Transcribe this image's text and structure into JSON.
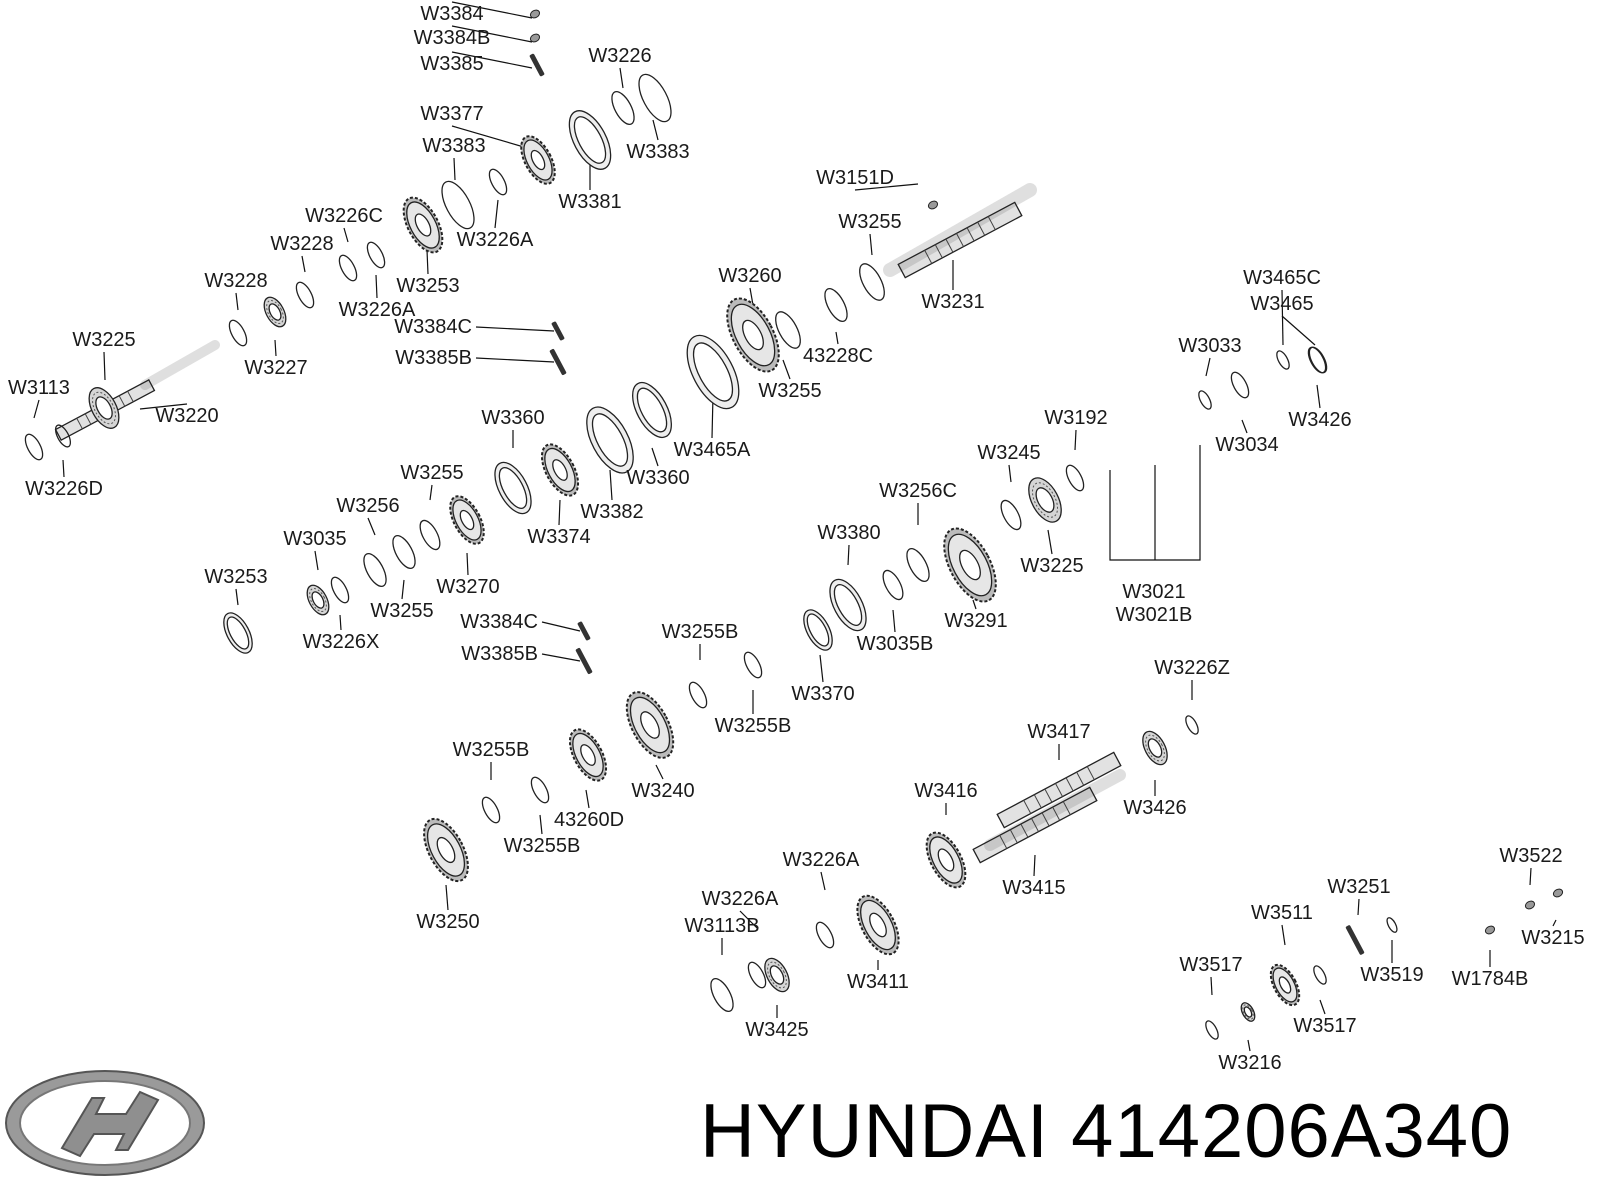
{
  "brand": {
    "name": "HYUNDAI",
    "part_number": "414206A340",
    "logo_icon": "hyundai-logo-icon"
  },
  "parts": [
    {
      "code": "W3384",
      "shape": "tiny"
    },
    {
      "code": "W3384B",
      "shape": "tiny"
    },
    {
      "code": "W3385",
      "shape": "pin"
    },
    {
      "code": "W3226",
      "shape": "ring"
    },
    {
      "code": "W3377",
      "shape": "gear"
    },
    {
      "code": "W3383",
      "shape": "ring"
    },
    {
      "code": "W3383",
      "shape": "ring"
    },
    {
      "code": "W3381",
      "shape": "ringthick"
    },
    {
      "code": "W3226A",
      "shape": "ring"
    },
    {
      "code": "W3151D",
      "shape": "tiny"
    },
    {
      "code": "W3226C",
      "shape": "ring"
    },
    {
      "code": "W3228",
      "shape": "ring"
    },
    {
      "code": "W3253",
      "shape": "gear"
    },
    {
      "code": "W3255",
      "shape": "ring"
    },
    {
      "code": "W3231",
      "shape": "shaft"
    },
    {
      "code": "W3228",
      "shape": "ring"
    },
    {
      "code": "W3226A",
      "shape": "ring"
    },
    {
      "code": "W3260",
      "shape": "gear"
    },
    {
      "code": "W3225",
      "shape": "shaft"
    },
    {
      "code": "W3227",
      "shape": "bearing"
    },
    {
      "code": "43228C",
      "shape": "ring"
    },
    {
      "code": "W3465C",
      "shape": "ring"
    },
    {
      "code": "W3465",
      "shape": "ring"
    },
    {
      "code": "W3384C",
      "shape": "pin"
    },
    {
      "code": "W3385B",
      "shape": "pin"
    },
    {
      "code": "W3255",
      "shape": "ring"
    },
    {
      "code": "W3113",
      "shape": "ring"
    },
    {
      "code": "W3220",
      "shape": "bearing"
    },
    {
      "code": "W3033",
      "shape": "ring"
    },
    {
      "code": "W3360",
      "shape": "ringthick"
    },
    {
      "code": "W3465A",
      "shape": "ringthick"
    },
    {
      "code": "W3034",
      "shape": "ring"
    },
    {
      "code": "W3426",
      "shape": "ring"
    },
    {
      "code": "W3226D",
      "shape": "ring"
    },
    {
      "code": "W3192",
      "shape": "ring"
    },
    {
      "code": "W3360",
      "shape": "ringthick"
    },
    {
      "code": "W3255",
      "shape": "ring"
    },
    {
      "code": "W3374",
      "shape": "gear"
    },
    {
      "code": "W3382",
      "shape": "ringthick"
    },
    {
      "code": "W3245",
      "shape": "ring"
    },
    {
      "code": "W3256",
      "shape": "ring"
    },
    {
      "code": "W3256C",
      "shape": "ring"
    },
    {
      "code": "W3035",
      "shape": "bearing"
    },
    {
      "code": "W3380",
      "shape": "ringthick"
    },
    {
      "code": "W3225",
      "shape": "bearing"
    },
    {
      "code": "W3270",
      "shape": "gear"
    },
    {
      "code": "W3021",
      "shape": "flange"
    },
    {
      "code": "W3021B",
      "shape": "flange"
    },
    {
      "code": "W3253",
      "shape": "ringthick"
    },
    {
      "code": "W3255",
      "shape": "ring"
    },
    {
      "code": "W3226X",
      "shape": "ring"
    },
    {
      "code": "W3291",
      "shape": "gear"
    },
    {
      "code": "W3035B",
      "shape": "ring"
    },
    {
      "code": "W3384C",
      "shape": "pin"
    },
    {
      "code": "W3255B",
      "shape": "ring"
    },
    {
      "code": "W3385B",
      "shape": "pin"
    },
    {
      "code": "W3226Z",
      "shape": "ring"
    },
    {
      "code": "W3370",
      "shape": "ringthick"
    },
    {
      "code": "W3255B",
      "shape": "ring"
    },
    {
      "code": "W3417",
      "shape": "shaft"
    },
    {
      "code": "W3255B",
      "shape": "ring"
    },
    {
      "code": "W3240",
      "shape": "gear"
    },
    {
      "code": "W3416",
      "shape": "gear"
    },
    {
      "code": "W3426",
      "shape": "bearing"
    },
    {
      "code": "43260D",
      "shape": "gear"
    },
    {
      "code": "W3255B",
      "shape": "ring"
    },
    {
      "code": "W3522",
      "shape": "tiny"
    },
    {
      "code": "W3226A",
      "shape": "ring"
    },
    {
      "code": "W3415",
      "shape": "shaft"
    },
    {
      "code": "W3250",
      "shape": "gear"
    },
    {
      "code": "W3251",
      "shape": "pin"
    },
    {
      "code": "W3226A",
      "shape": "ring"
    },
    {
      "code": "W3511",
      "shape": "gear"
    },
    {
      "code": "W3215",
      "shape": "tiny"
    },
    {
      "code": "W3113B",
      "shape": "ring"
    },
    {
      "code": "W3517",
      "shape": "ring"
    },
    {
      "code": "W3519",
      "shape": "ring"
    },
    {
      "code": "W1784B",
      "shape": "tiny"
    },
    {
      "code": "W3411",
      "shape": "gear"
    },
    {
      "code": "W3517",
      "shape": "ring"
    },
    {
      "code": "W3425",
      "shape": "bearing"
    },
    {
      "code": "W3216",
      "shape": "bearing"
    }
  ]
}
